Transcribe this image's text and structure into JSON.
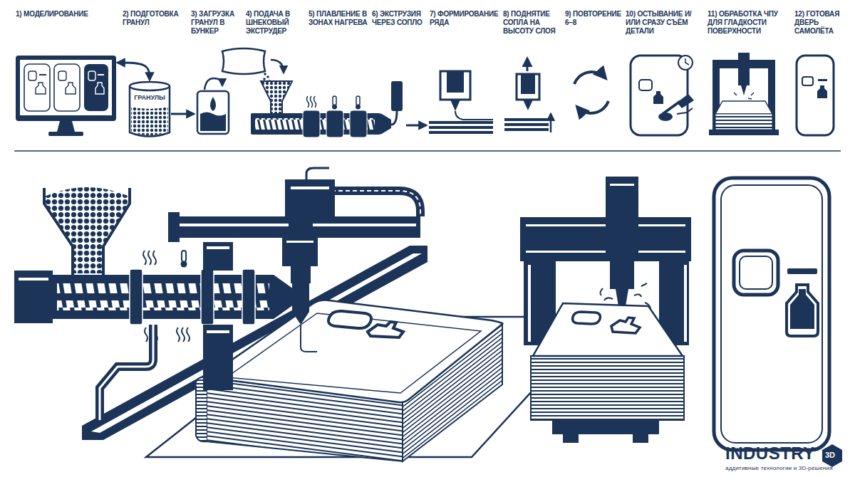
{
  "diagram": {
    "nodes": [
      {
        "text": [
          "1) МОДЕЛИРОВАНИЕ"
        ]
      },
      {
        "text": [
          "2) ПОДГОТОВКА ГРАНУЛ",
          "ГРАНУЛЫ"
        ]
      },
      {
        "text": [
          "3) ЗАГРУЗКА ГРАНУЛ В БУНКЕР"
        ]
      },
      {
        "text": [
          "4) ПОДАЧА В ШНЕКОВЫЙ ЭКСТРУДЕР"
        ]
      },
      {
        "text": [
          "5) ПЛАВЛЕНИЕ В ЗОНАХ НАГРЕВА"
        ]
      },
      {
        "text": [
          "6) ЭКСТРУЗИЯ ЧЕРЕЗ СОПЛО"
        ]
      },
      {
        "text": [
          "7) ФОРМИРОВАНИЕ РЯДА"
        ]
      },
      {
        "text": [
          "8) ПОДНЯТИЕ СОПЛА НА ВЫСОТУ СЛОЯ"
        ]
      },
      {
        "text": [
          "9) ПОВТОРЕНИЕ 6–8"
        ]
      },
      {
        "text": [
          "10) ОСТЫВАНИЕ И/ИЛИ СРАЗУ СЪЁМ ДЕТАЛИ"
        ]
      },
      {
        "text": [
          "11) ОБРАБОТКА ЧПУ ДЛЯ ГЛАДКОСТИ ПОВЕРХНОСТИ"
        ]
      },
      {
        "text": [
          "12) ГОТОВАЯ ДВЕРЬ САМОЛЁТА"
        ]
      }
    ],
    "edges": [
      {
        "from": 0,
        "to": 1,
        "arrow": "both"
      },
      {
        "from": 1,
        "to": 2,
        "arrow": "to"
      },
      {
        "from": 5,
        "to": 6,
        "arrow": "to"
      }
    ],
    "labels": [
      "INDUSTRY",
      "3D",
      "аддитивные технологии и 3D-решения"
    ]
  }
}
